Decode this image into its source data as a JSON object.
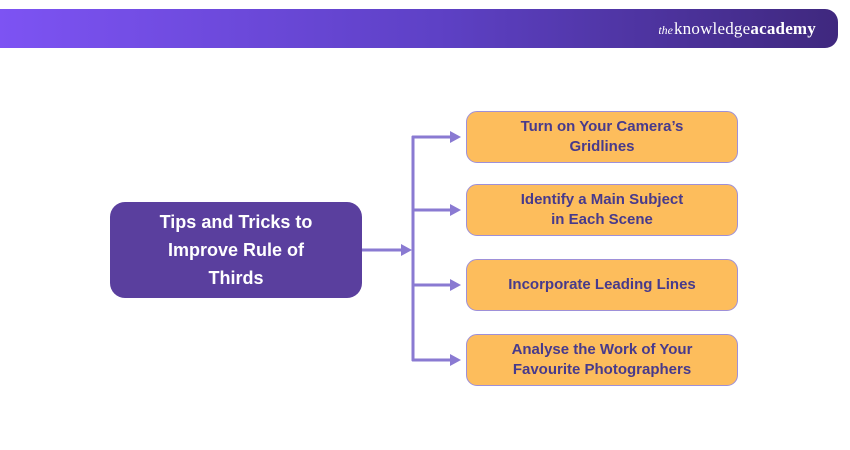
{
  "header": {
    "logo": {
      "the": "the",
      "knowledge": "knowledge",
      "academy": "academy"
    },
    "bar_gradient_left": "#7d53f3",
    "bar_gradient_mid": "#5e41c6",
    "bar_gradient_right": "#3f287e",
    "logo_color": "#ffffff"
  },
  "diagram": {
    "root": {
      "label": "Tips and Tricks to\nImprove Rule of\nThirds",
      "bg_color": "#5a3f9e",
      "text_color": "#ffffff"
    },
    "branches": [
      {
        "label": "Turn on Your Camera’s\nGridlines"
      },
      {
        "label": "Identify a Main Subject\nin Each Scene"
      },
      {
        "label": "Incorporate Leading Lines"
      },
      {
        "label": "Analyse the Work of Your\nFavourite Photographers"
      }
    ],
    "branch_bg_color": "#fdbd5c",
    "branch_border_color": "#9e90d8",
    "branch_text_color": "#473a8c",
    "connector_color": "#8a7ad2"
  }
}
